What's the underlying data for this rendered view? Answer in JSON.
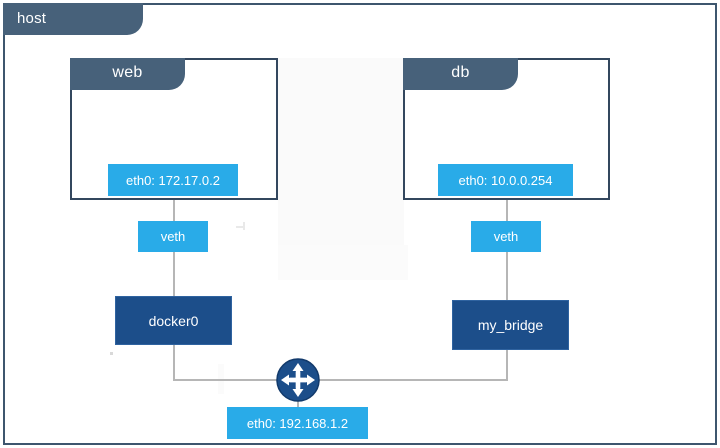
{
  "diagram": {
    "title": "host",
    "type": "docker-network-topology",
    "colors": {
      "slate": "#47617a",
      "frame_border": "#3d566e",
      "cyan": "#29abe8",
      "navy": "#1c4e8a",
      "line": "#b6b6b6",
      "background": "#ffffff"
    },
    "host": {
      "label": "host"
    },
    "containers": [
      {
        "id": "web",
        "label": "web",
        "interface": {
          "label": "eth0: 172.17.0.2",
          "name": "eth0",
          "address": "172.17.0.2"
        },
        "veth": {
          "label": "veth"
        },
        "bridge": {
          "label": "docker0"
        }
      },
      {
        "id": "db",
        "label": "db",
        "interface": {
          "label": "eth0: 10.0.0.254",
          "name": "eth0",
          "address": "10.0.0.254"
        },
        "veth": {
          "label": "veth"
        },
        "bridge": {
          "label": "my_bridge"
        }
      }
    ],
    "router": {
      "icon": "router-four-arrows-icon",
      "interface": {
        "label": "eth0: 192.168.1.2",
        "name": "eth0",
        "address": "192.168.1.2"
      }
    }
  }
}
